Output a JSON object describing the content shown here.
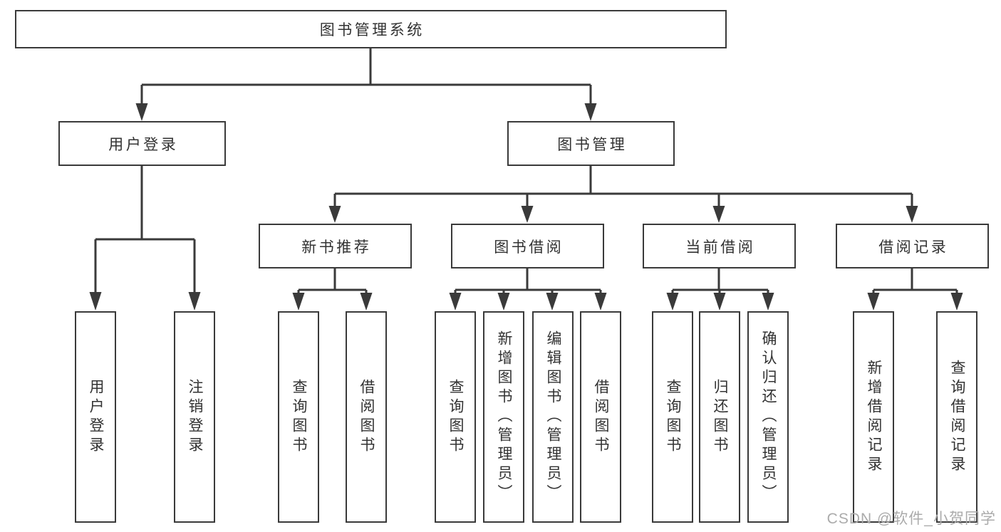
{
  "diagram": {
    "type": "hierarchy-tree",
    "root": {
      "label": "图书管理系统",
      "children": [
        {
          "label": "用户登录",
          "children": [
            {
              "label": "用户登录"
            },
            {
              "label": "注销登录"
            }
          ]
        },
        {
          "label": "图书管理",
          "children": [
            {
              "label": "新书推荐",
              "children": [
                {
                  "label": "查询图书"
                },
                {
                  "label": "借阅图书"
                }
              ]
            },
            {
              "label": "图书借阅",
              "children": [
                {
                  "label": "查询图书"
                },
                {
                  "label": "新增图书（管理员）"
                },
                {
                  "label": "编辑图书（管理员）"
                },
                {
                  "label": "借阅图书"
                }
              ]
            },
            {
              "label": "当前借阅",
              "children": [
                {
                  "label": "查询图书"
                },
                {
                  "label": "归还图书"
                },
                {
                  "label": "确认归还（管理员）"
                }
              ]
            },
            {
              "label": "借阅记录",
              "children": [
                {
                  "label": "新增借阅记录"
                },
                {
                  "label": "查询借阅记录"
                }
              ]
            }
          ]
        }
      ]
    },
    "watermark": "CSDN @软件_小贺同学",
    "colors": {
      "line": "#3a3a3a",
      "box_border": "#3a3a3a",
      "text": "#323232",
      "watermark": "#ababab",
      "background": "#ffffff"
    }
  }
}
